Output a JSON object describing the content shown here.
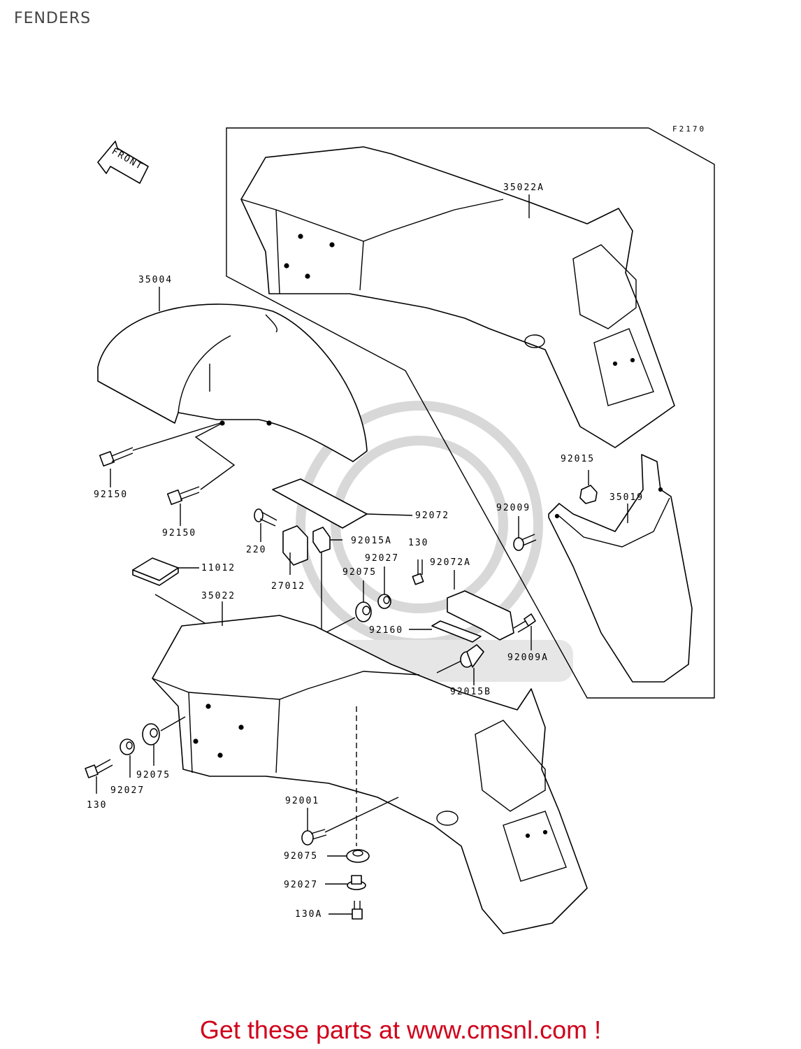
{
  "title": "FENDERS",
  "figure_code": "F2170",
  "front_label": "FRONT",
  "labels": {
    "p35004": "35004",
    "p35022A": "35022A",
    "p92150a": "92150",
    "p92150b": "92150",
    "p92072": "92072",
    "p220": "220",
    "p92015A": "92015A",
    "p130a": "130",
    "p27012": "27012",
    "p11012": "11012",
    "p92027a": "92027",
    "p92075a": "92075",
    "p92072A": "92072A",
    "p35022": "35022",
    "p92160": "92160",
    "p92009A": "92009A",
    "p92015B": "92015B",
    "p92015": "92015",
    "p92009": "92009",
    "p35019": "35019",
    "p92075b": "92075",
    "p92027b": "92027",
    "p130b": "130",
    "p92001": "92001",
    "p92075c": "92075",
    "p92027c": "92027",
    "p130A": "130A"
  },
  "footer": "Get these parts at www.cmsnl.com !",
  "colors": {
    "footer": "#d0021b",
    "line": "#000000",
    "watermark": "#d8d8d8"
  }
}
